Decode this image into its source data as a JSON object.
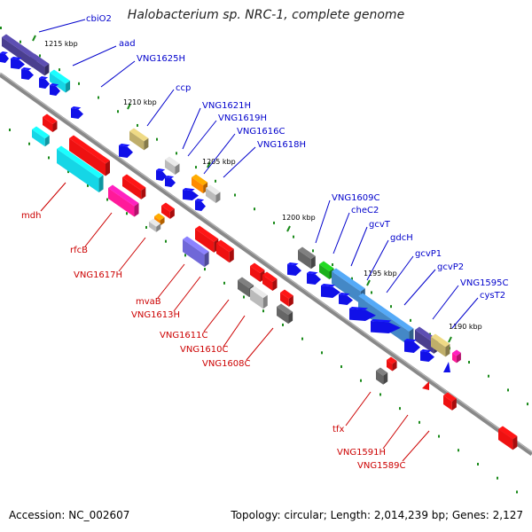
{
  "title": "Halobacterium sp. NRC-1, complete genome",
  "footer": {
    "accession": "Accession: NC_002607",
    "summary": "Topology: circular; Length: 2,014,239 bp; Genes: 2,127"
  },
  "ticks": [
    "1215 kbp",
    "1210 kbp",
    "1205 kbp",
    "1200 kbp",
    "1195 kbp",
    "1190 kbp"
  ],
  "colors": {
    "label_blue": "#0000cc",
    "label_red": "#cc0000",
    "backbone": "#777777",
    "tick_green": "#1a8a1a"
  },
  "labels_top": [
    "cbiO2",
    "aad",
    "VNG1625H",
    "ccp",
    "VNG1621H",
    "VNG1619H",
    "VNG1616C",
    "VNG1618H",
    "VNG1609C",
    "cheC2",
    "gcvT",
    "gdcH",
    "gcvP1",
    "gcvP2",
    "VNG1595C",
    "cysT2"
  ],
  "labels_bottom": [
    "mdh",
    "rfcB",
    "VNG1617H",
    "mvaB",
    "VNG1613H",
    "VNG1611C",
    "VNG1610C",
    "VNG1608C",
    "tfx",
    "VNG1591H",
    "VNG1589C"
  ]
}
